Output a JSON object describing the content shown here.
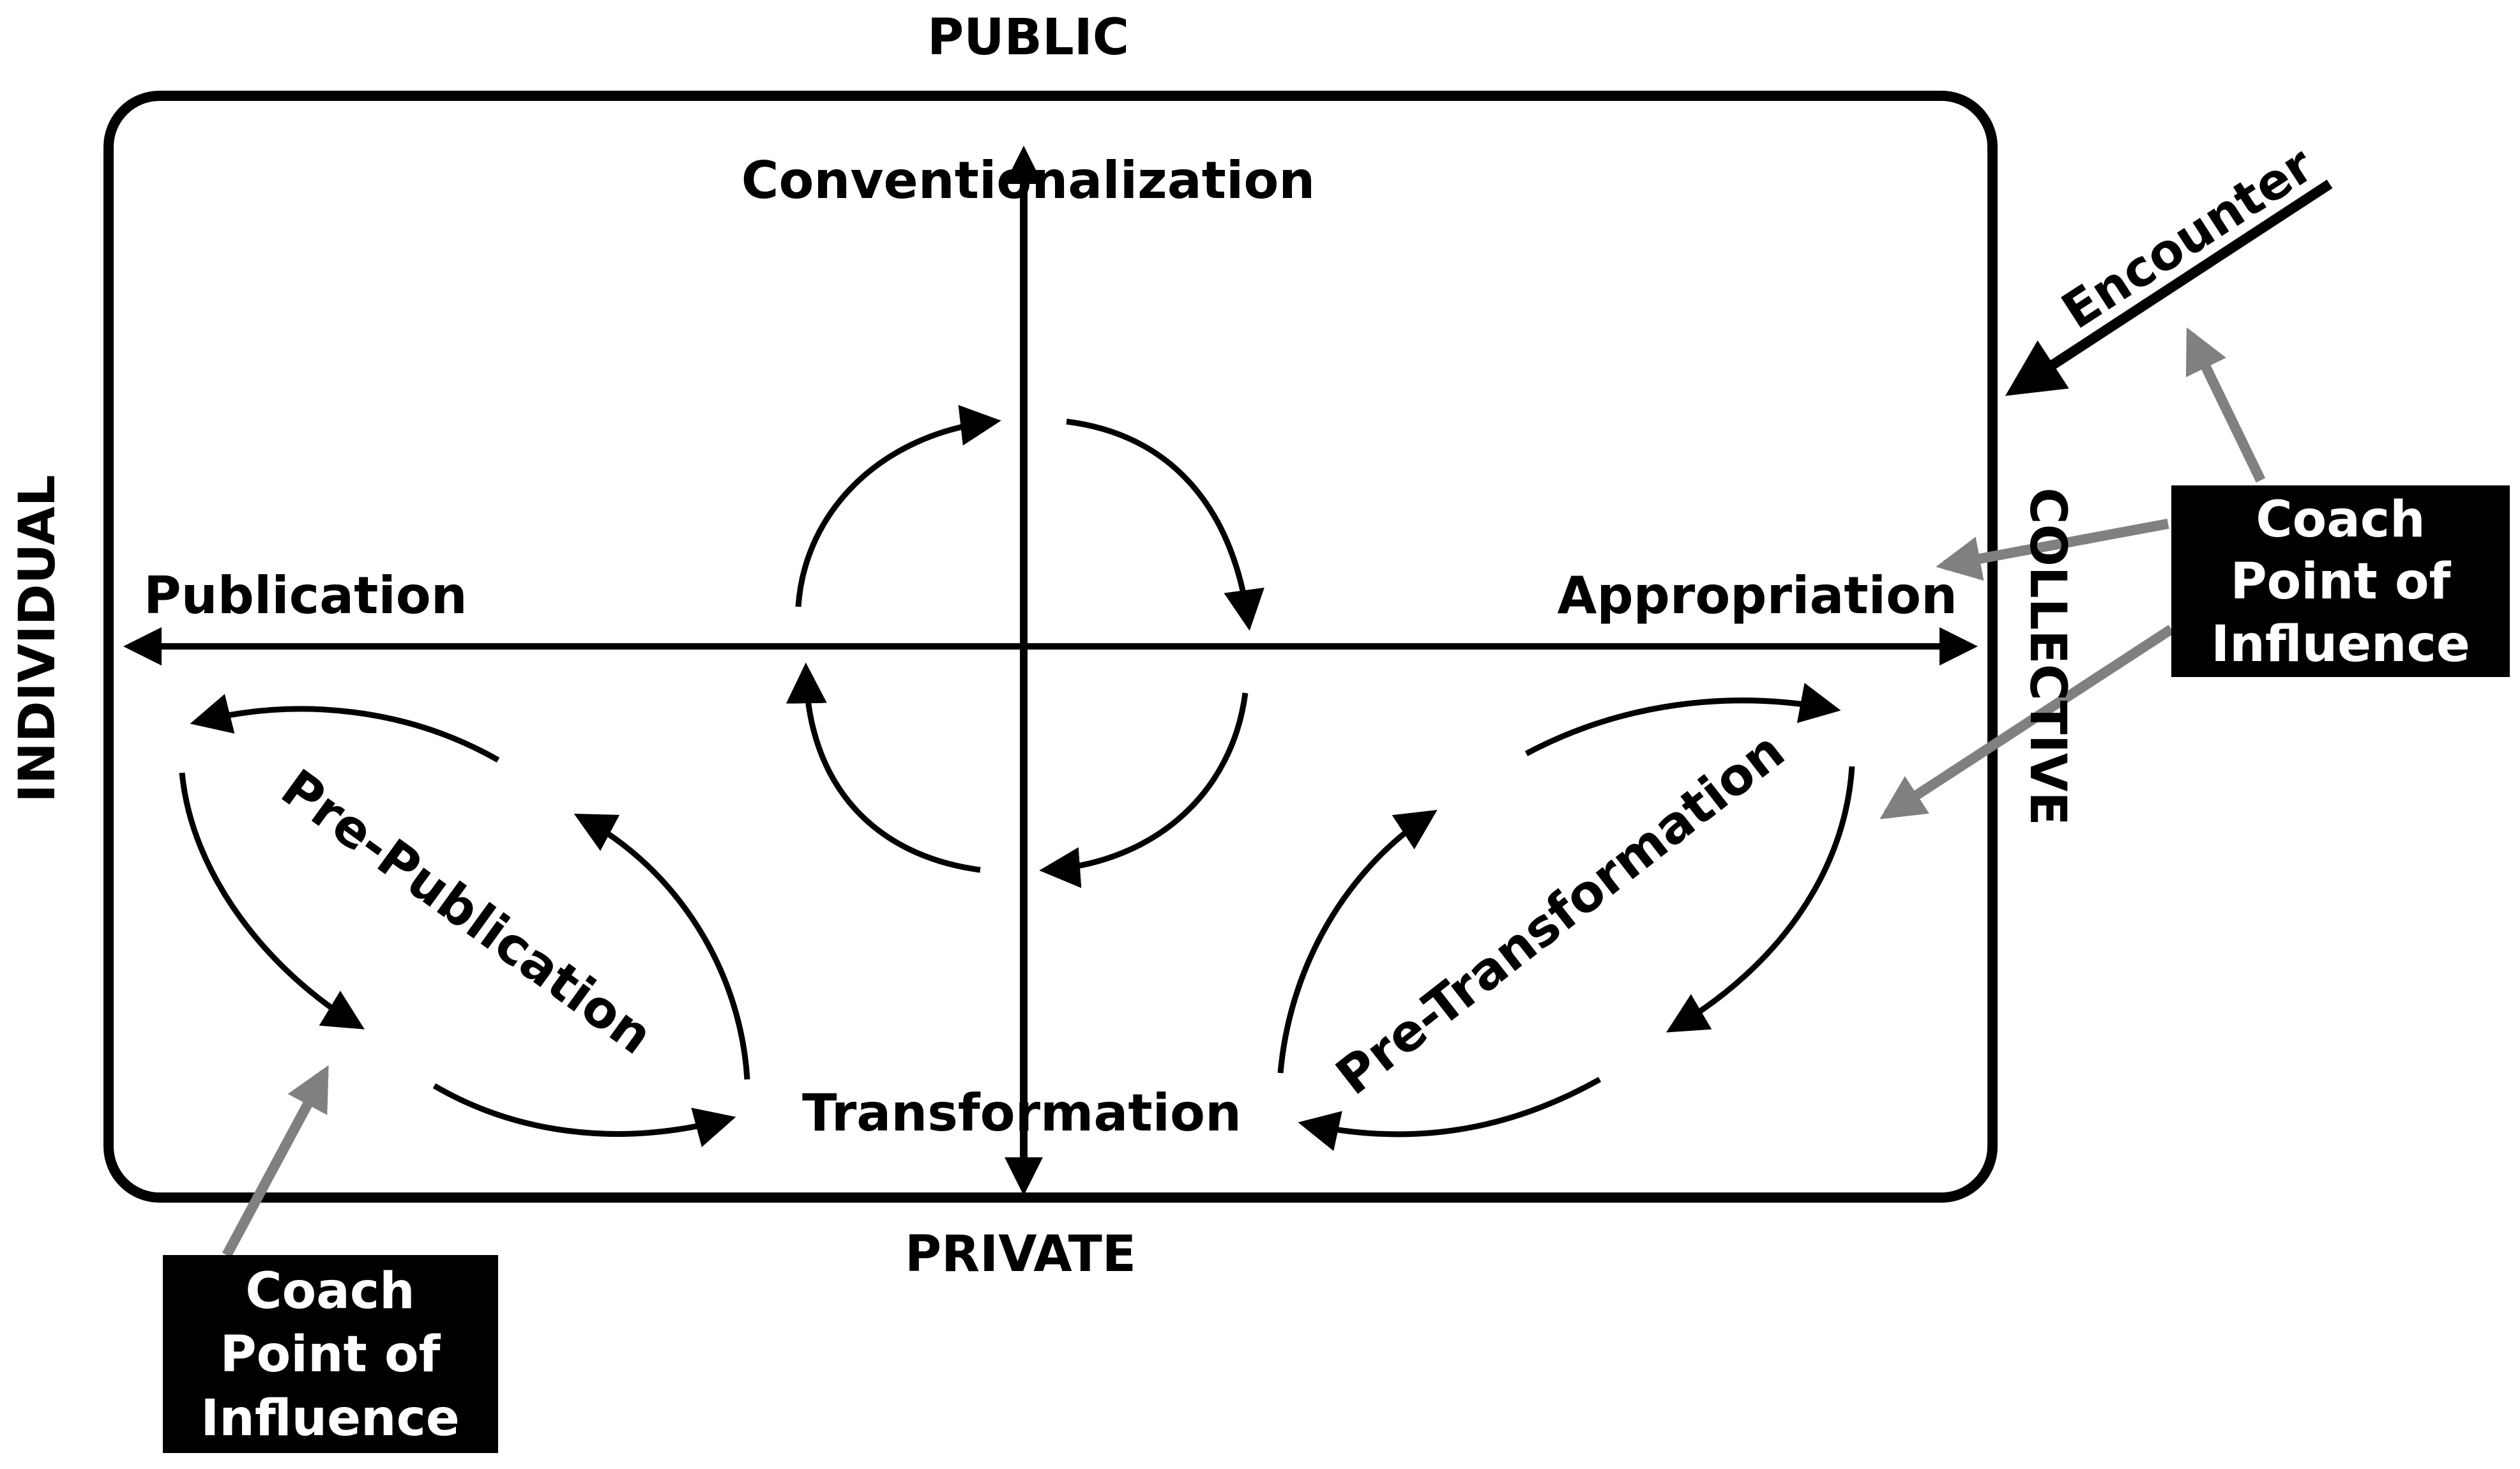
{
  "axes": {
    "top": "PUBLIC",
    "bottom": "PRIVATE",
    "left": "INDIVIDUAL",
    "right": "COLLECTIVE"
  },
  "stages": {
    "conventionalization": "Conventionalization",
    "publication": "Publication",
    "appropriation": "Appropriation",
    "transformation": "Transformation",
    "pre_publication": "Pre-Publication",
    "pre_transformation": "Pre-Transformation"
  },
  "encounter": "Encounter",
  "coach_box": {
    "line1": "Coach",
    "line2": "Point of",
    "line3": "Influence"
  },
  "colors": {
    "ink": "#000000",
    "coach_arrow": "#808080",
    "coach_box_bg": "#000000",
    "coach_box_text": "#ffffff"
  }
}
